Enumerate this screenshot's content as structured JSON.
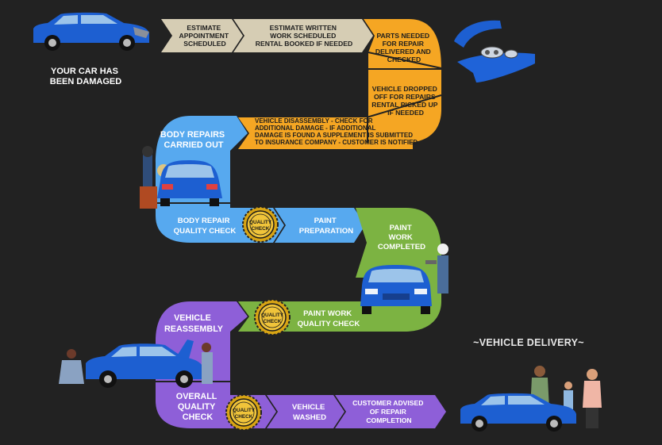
{
  "intro_label": [
    "YOUR CAR HAS",
    "BEEN DAMAGED"
  ],
  "delivery_label": "~VEHICLE DELIVERY~",
  "steps": [
    {
      "id": "estimate-appointment",
      "lines": [
        "ESTIMATE",
        "APPOINTMENT",
        "SCHEDULED"
      ]
    },
    {
      "id": "estimate-written",
      "lines": [
        "ESTIMATE WRITTEN",
        "WORK SCHEDULED",
        "RENTAL BOOKED IF NEEDED"
      ]
    },
    {
      "id": "parts-needed",
      "lines": [
        "PARTS NEEDED",
        "FOR REPAIR",
        "DELIVERED AND",
        "CHECKED"
      ]
    },
    {
      "id": "vehicle-dropped-off",
      "lines": [
        "VEHICLE DROPPED",
        "OFF FOR REPAIRS",
        "RENTAL PICKED UP",
        "IF NEEDED"
      ]
    },
    {
      "id": "vehicle-disassembly",
      "lines": [
        "VEHICLE DISASSEMBLY - CHECK FOR",
        "ADDITIONAL DAMAGE - IF ADDITIONAL",
        "DAMAGE IS FOUND A SUPPLEMENT IS SUBMITTED",
        "TO INSURANCE COMPANY - CUSTOMER IS NOTIFIED"
      ]
    },
    {
      "id": "body-repairs",
      "lines": [
        "BODY REPAIRS",
        "CARRIED OUT"
      ]
    },
    {
      "id": "body-repair-quality-check",
      "lines": [
        "BODY REPAIR",
        "QUALITY CHECK"
      ]
    },
    {
      "id": "paint-preparation",
      "lines": [
        "PAINT",
        "PREPARATION"
      ]
    },
    {
      "id": "paint-work-completed",
      "lines": [
        "PAINT",
        "WORK",
        "COMPLETED"
      ]
    },
    {
      "id": "paint-work-quality-check",
      "lines": [
        "PAINT WORK",
        "QUALITY CHECK"
      ]
    },
    {
      "id": "vehicle-reassembly",
      "lines": [
        "VEHICLE",
        "REASSEMBLY"
      ]
    },
    {
      "id": "overall-quality-check",
      "lines": [
        "OVERALL",
        "QUALITY",
        "CHECK"
      ]
    },
    {
      "id": "vehicle-washed",
      "lines": [
        "VEHICLE",
        "WASHED"
      ]
    },
    {
      "id": "customer-advised",
      "lines": [
        "CUSTOMER ADVISED",
        "OF REPAIR",
        "COMPLETION"
      ]
    }
  ],
  "seal_text": [
    "QUALITY",
    "CHECK"
  ],
  "colors": {
    "tan": "#d6cdb4",
    "orange": "#f5a623",
    "blue": "#57a9ef",
    "green": "#7cb342",
    "purple": "#8e5fd8",
    "car_blue": "#1d5fd1",
    "gold": "#d9a514",
    "background": "#222222"
  },
  "icons": [
    "damaged-car-icon",
    "bumper-parts-icon",
    "welder-icon",
    "painter-icon",
    "mechanic-icon",
    "family-icon",
    "delivered-car-icon",
    "quality-check-seal-icon"
  ]
}
